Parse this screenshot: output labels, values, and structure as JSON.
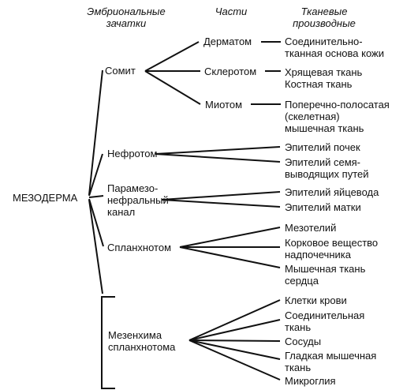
{
  "headers": {
    "col1": [
      "Эмбриональные",
      "зачатки"
    ],
    "col2": "Части",
    "col3": [
      "Тканевые",
      "производные"
    ]
  },
  "root": "МЕЗОДЕРМА",
  "anlagen": {
    "somite": "Сомит",
    "nephrotome": "Нефротом",
    "paramesonephric": [
      "Парамезо-",
      "нефральный",
      "канал"
    ],
    "splanchnotome": "Спланхнотом",
    "mesenchyme": [
      "Мезенхима",
      "спланхнотома"
    ]
  },
  "parts": {
    "dermatome": "Дерматом",
    "sclerotome": "Склеротом",
    "myotome": "Миотом"
  },
  "tissues": {
    "dermatome": [
      "Соединительно-",
      "тканная основа кожи"
    ],
    "sclerotome": [
      "Хрящевая ткань",
      "Костная ткань"
    ],
    "myotome": [
      "Поперечно-полосатая",
      "(скелетная)",
      "мышечная ткань"
    ],
    "nephrotome_1": "Эпителий почек",
    "nephrotome_2": [
      "Эпителий семя-",
      "выводящих путей"
    ],
    "paramesonephric_1": "Эпителий яйцевода",
    "paramesonephric_2": "Эпителий матки",
    "splanchnotome_1": "Мезотелий",
    "splanchnotome_2": [
      "Корковое вещество",
      "надпочечника"
    ],
    "splanchnotome_3": [
      "Мышечная ткань",
      "сердца"
    ],
    "mesenchyme_1": "Клетки крови",
    "mesenchyme_2": [
      "Соединительная",
      "ткань"
    ],
    "mesenchyme_3": "Сосуды",
    "mesenchyme_4": [
      "Гладкая мышечная",
      "ткань"
    ],
    "mesenchyme_5": "Микроглия"
  }
}
